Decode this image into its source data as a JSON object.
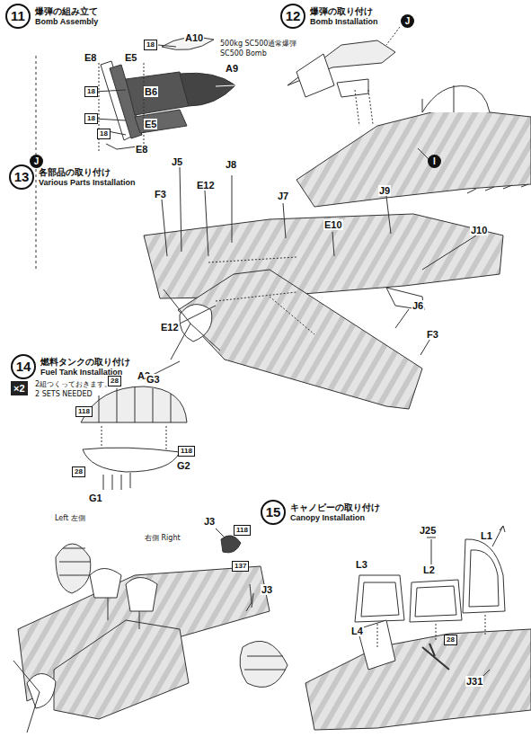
{
  "diagram": {
    "nodes": [
      {
        "text": [
          "11",
          "爆弾の組み立て",
          "Bomb Assembly"
        ]
      },
      {
        "text": [
          "12",
          "爆弾の取り付け",
          "Bomb Installation"
        ]
      },
      {
        "text": [
          "13",
          "各部品の取り付け",
          "Various Parts Installation"
        ]
      },
      {
        "text": [
          "14",
          "燃料タンクの取り付け",
          "Fuel Tank Installation"
        ]
      },
      {
        "text": [
          "×2"
        ]
      },
      {
        "text": [
          "15",
          "キャノピーの取り付け",
          "Canopy Installation"
        ]
      }
    ],
    "labels": [
      "A10",
      "500kg SC500通常爆弾",
      "SC500 Bomb",
      "18",
      "E8",
      "E5",
      "18",
      "B6",
      "A9",
      "18",
      "E5",
      "18",
      "E8",
      "J",
      "J",
      "I",
      "J5",
      "J8",
      "F3",
      "E12",
      "J7",
      "J9",
      "E10",
      "J10",
      "E12",
      "J6",
      "F3",
      "A2",
      "2組つくっておきます。",
      "2 SETS NEEDED",
      "28",
      "G3",
      "118",
      "118",
      "G2",
      "28",
      "G1",
      "Left 左側",
      "右側 Right",
      "J3",
      "118",
      "137",
      "J3",
      "J25",
      "L1",
      "L3",
      "L2",
      "L4",
      "28",
      "J31"
    ]
  }
}
